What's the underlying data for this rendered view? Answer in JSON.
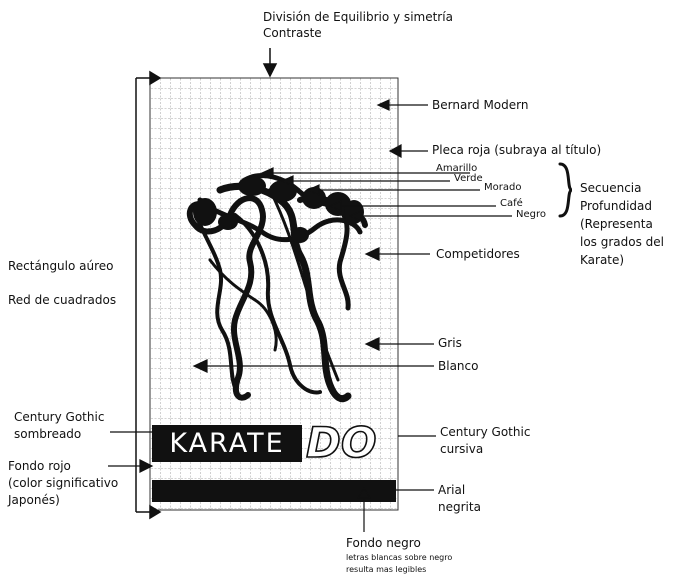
{
  "labels": {
    "top_title_1": "División de Equilibrio y simetría",
    "top_title_2": "Contraste",
    "bernard": "Bernard Modern",
    "pleca": "Pleca roja (subraya al título)",
    "amarillo": "Amarillo",
    "verde": "Verde",
    "morado": "Morado",
    "cafe": "Café",
    "negro": "Negro",
    "secuencia": [
      "Secuencia",
      "Profundidad",
      "(Representa",
      "los grados del",
      "Karate)"
    ],
    "competidores": "Competidores",
    "rectangulo": "Rectángulo aúreo",
    "red": "Red de cuadrados",
    "gris": "Gris",
    "blanco": "Blanco",
    "century_sombreado": [
      "Century Gothic",
      "sombreado"
    ],
    "century_cursiva": [
      "Century Gothic",
      "cursiva"
    ],
    "fondo_rojo": [
      "Fondo rojo",
      "(color significativo",
      "Japonés)"
    ],
    "arial": [
      "Arial",
      "negrita"
    ],
    "fondo_negro": "Fondo negro",
    "fondo_negro_note_1": "letras blancas sobre negro",
    "fondo_negro_note_2": "resulta mas legibles"
  },
  "poster": {
    "word_1": "KARATE",
    "word_2": "DO"
  },
  "colors": {
    "ink": "#111111",
    "grid": "#8a8a8a",
    "background": "#ffffff"
  }
}
